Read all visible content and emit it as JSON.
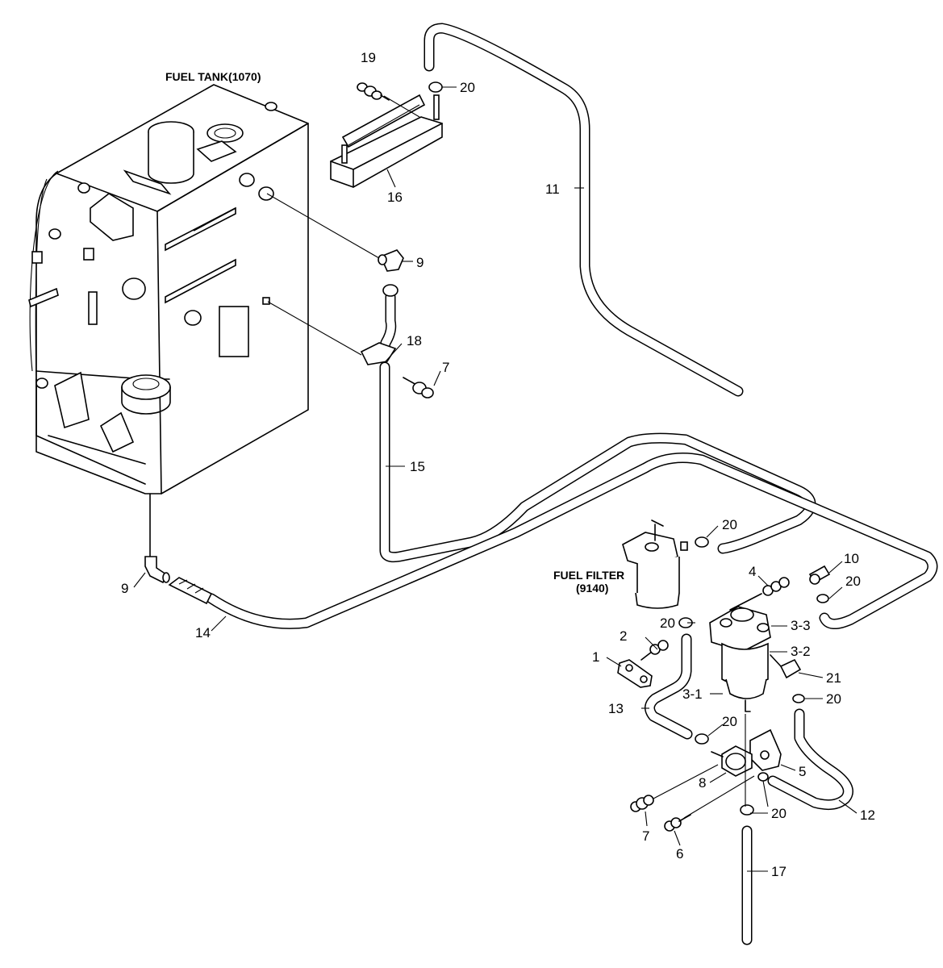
{
  "titles": {
    "fuel_tank": "FUEL TANK(1070)",
    "fuel_filter_line1": "FUEL FILTER",
    "fuel_filter_line2": "(9140)"
  },
  "callouts": {
    "c1": "1",
    "c2": "2",
    "c3_1": "3-1",
    "c3_2": "3-2",
    "c3_3": "3-3",
    "c4": "4",
    "c5": "5",
    "c6": "6",
    "c7a": "7",
    "c7b": "7",
    "c8": "8",
    "c9a": "9",
    "c9b": "9",
    "c10": "10",
    "c11": "11",
    "c12": "12",
    "c13": "13",
    "c14": "14",
    "c15": "15",
    "c16": "16",
    "c17": "17",
    "c18": "18",
    "c19": "19",
    "c20a": "20",
    "c20b": "20",
    "c20c": "20",
    "c20d": "20",
    "c20e": "20",
    "c20f": "20",
    "c20g": "20",
    "c21": "21"
  }
}
